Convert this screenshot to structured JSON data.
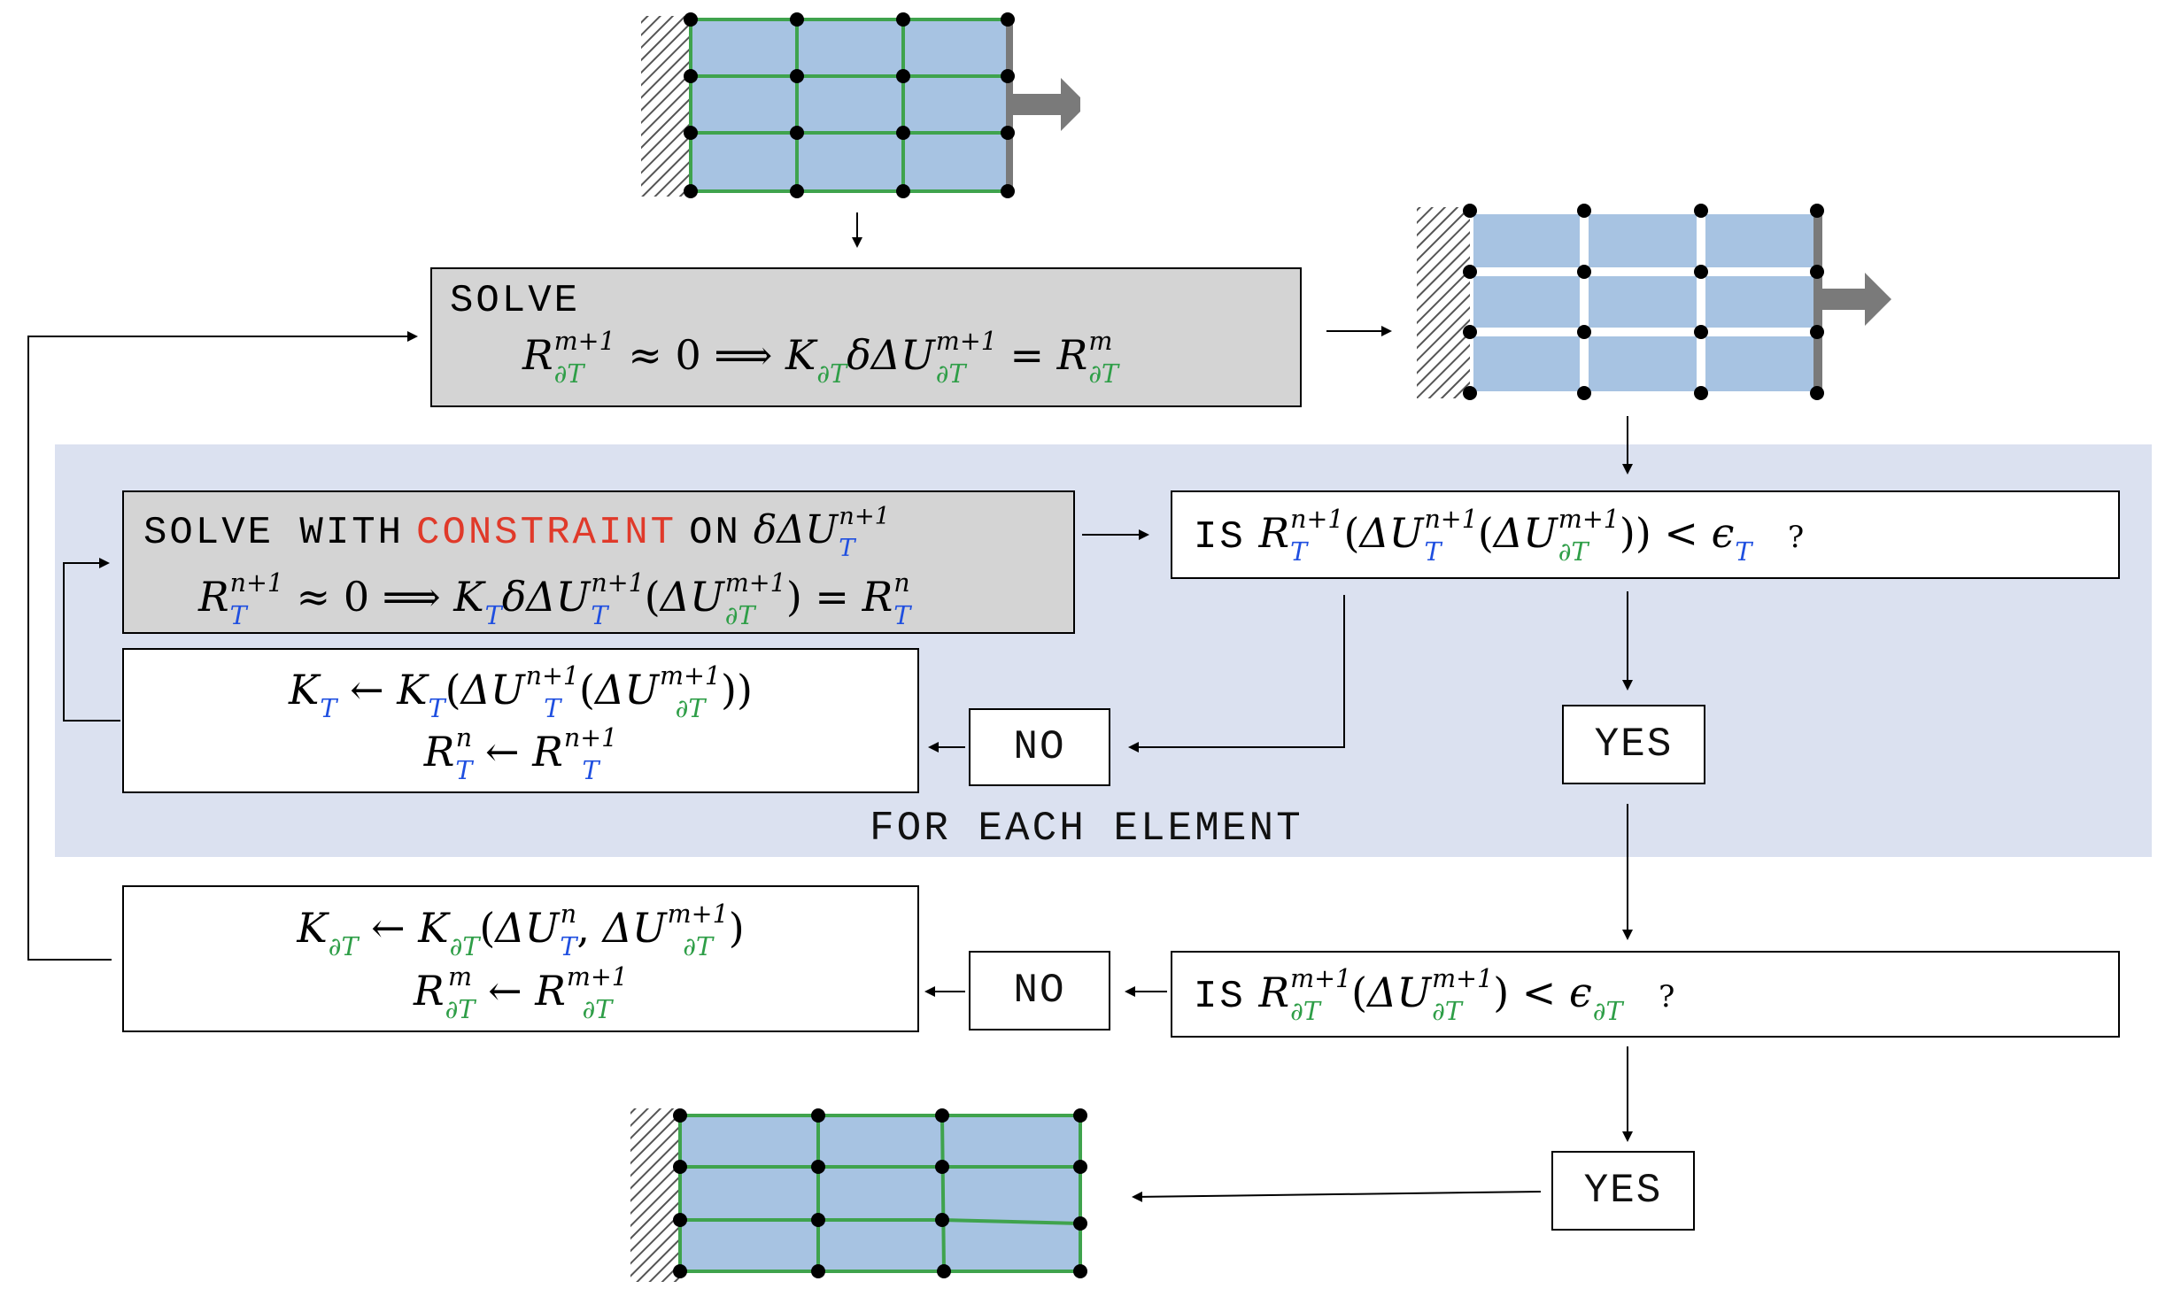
{
  "solve_box": {
    "label": "SOLVE",
    "eq": {
      "R": "R",
      "sup_m1": "m+1",
      "sub_dT": "∂T",
      "approx": "≈ 0 ⟹",
      "K": "K",
      "delta": "δΔU",
      "equals": "=",
      "sup_m": "m"
    }
  },
  "local_solve_box": {
    "solve_with": "SOLVE WITH",
    "constraint": "CONSTRAINT",
    "on": "ON",
    "delta_dU": "δΔU",
    "sup_n1": "n+1",
    "sub_T": "T",
    "approx": "≈ 0 ⟹",
    "equals": "=",
    "sup_n": "n",
    "sup_m1": "m+1",
    "sub_dT": "∂T"
  },
  "local_update_box": {
    "arrow": "←",
    "sup_n1": "n+1",
    "sup_m1": "m+1",
    "sup_n": "n",
    "sub_T": "T",
    "sub_dT": "∂T"
  },
  "local_check": {
    "is": "IS",
    "eps": "ϵ",
    "lt": "<",
    "question": "?"
  },
  "global_check": {
    "is": "IS",
    "eps": "ϵ",
    "lt": "<",
    "question": "?"
  },
  "global_update_box": {
    "arrow": "←",
    "sup_n": "n",
    "sup_m1": "m+1",
    "sup_m": "m",
    "sub_T": "T",
    "sub_dT": "∂T"
  },
  "labels": {
    "no_local": "NO",
    "yes_local": "YES",
    "no_global": "NO",
    "yes_global": "YES",
    "for_each_element": "FOR EACH ELEMENT"
  },
  "colors": {
    "mesh_fill": "#a7c3e2",
    "mesh_green": "#3fa34d",
    "panel": "#dbe1f0",
    "box_gray": "#d4d4d4",
    "blue": "#1f4fe0",
    "green": "#2e9e47",
    "red": "#e03a2a"
  }
}
